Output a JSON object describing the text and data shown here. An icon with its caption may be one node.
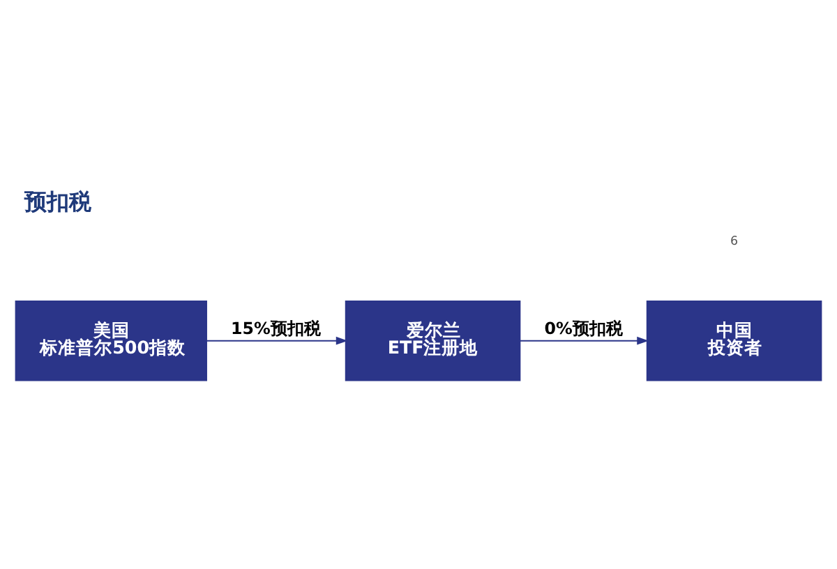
{
  "diagram": {
    "title": "预扣税",
    "nodes": [
      {
        "text": [
          "美国",
          "标准普尔500指数"
        ]
      },
      {
        "text": [
          "爱尔兰",
          "ETF注册地"
        ]
      },
      {
        "text": [
          "中国",
          "投资者"
        ]
      }
    ],
    "edges": [
      {
        "from": 0,
        "to": 1,
        "arrow": "to",
        "label": "15%预扣税"
      },
      {
        "from": 1,
        "to": 2,
        "arrow": "to",
        "label": "0%预扣税"
      }
    ],
    "labels": [
      "6"
    ]
  }
}
